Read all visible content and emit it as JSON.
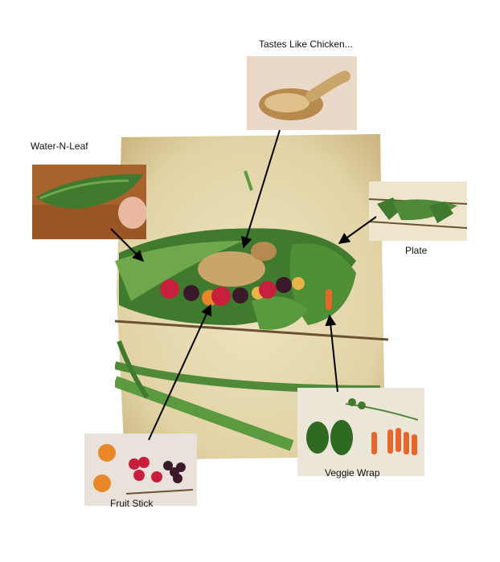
{
  "labels": {
    "tastes_like_chicken": "Tastes Like Chicken...",
    "water_n_leaf": "Water-N-Leaf",
    "plate": "Plate",
    "veggie_wrap": "Veggie Wrap",
    "fruit_stick": "Fruit Stick"
  },
  "colors": {
    "paper": "#e8dcb4",
    "leaf": "#3f7a2e",
    "leaf_light": "#6ea84a",
    "raspberry": "#c8203c",
    "grape": "#3a1a2a",
    "orange": "#e8862a",
    "chicken": "#c9a56a",
    "arrow": "#000000"
  }
}
